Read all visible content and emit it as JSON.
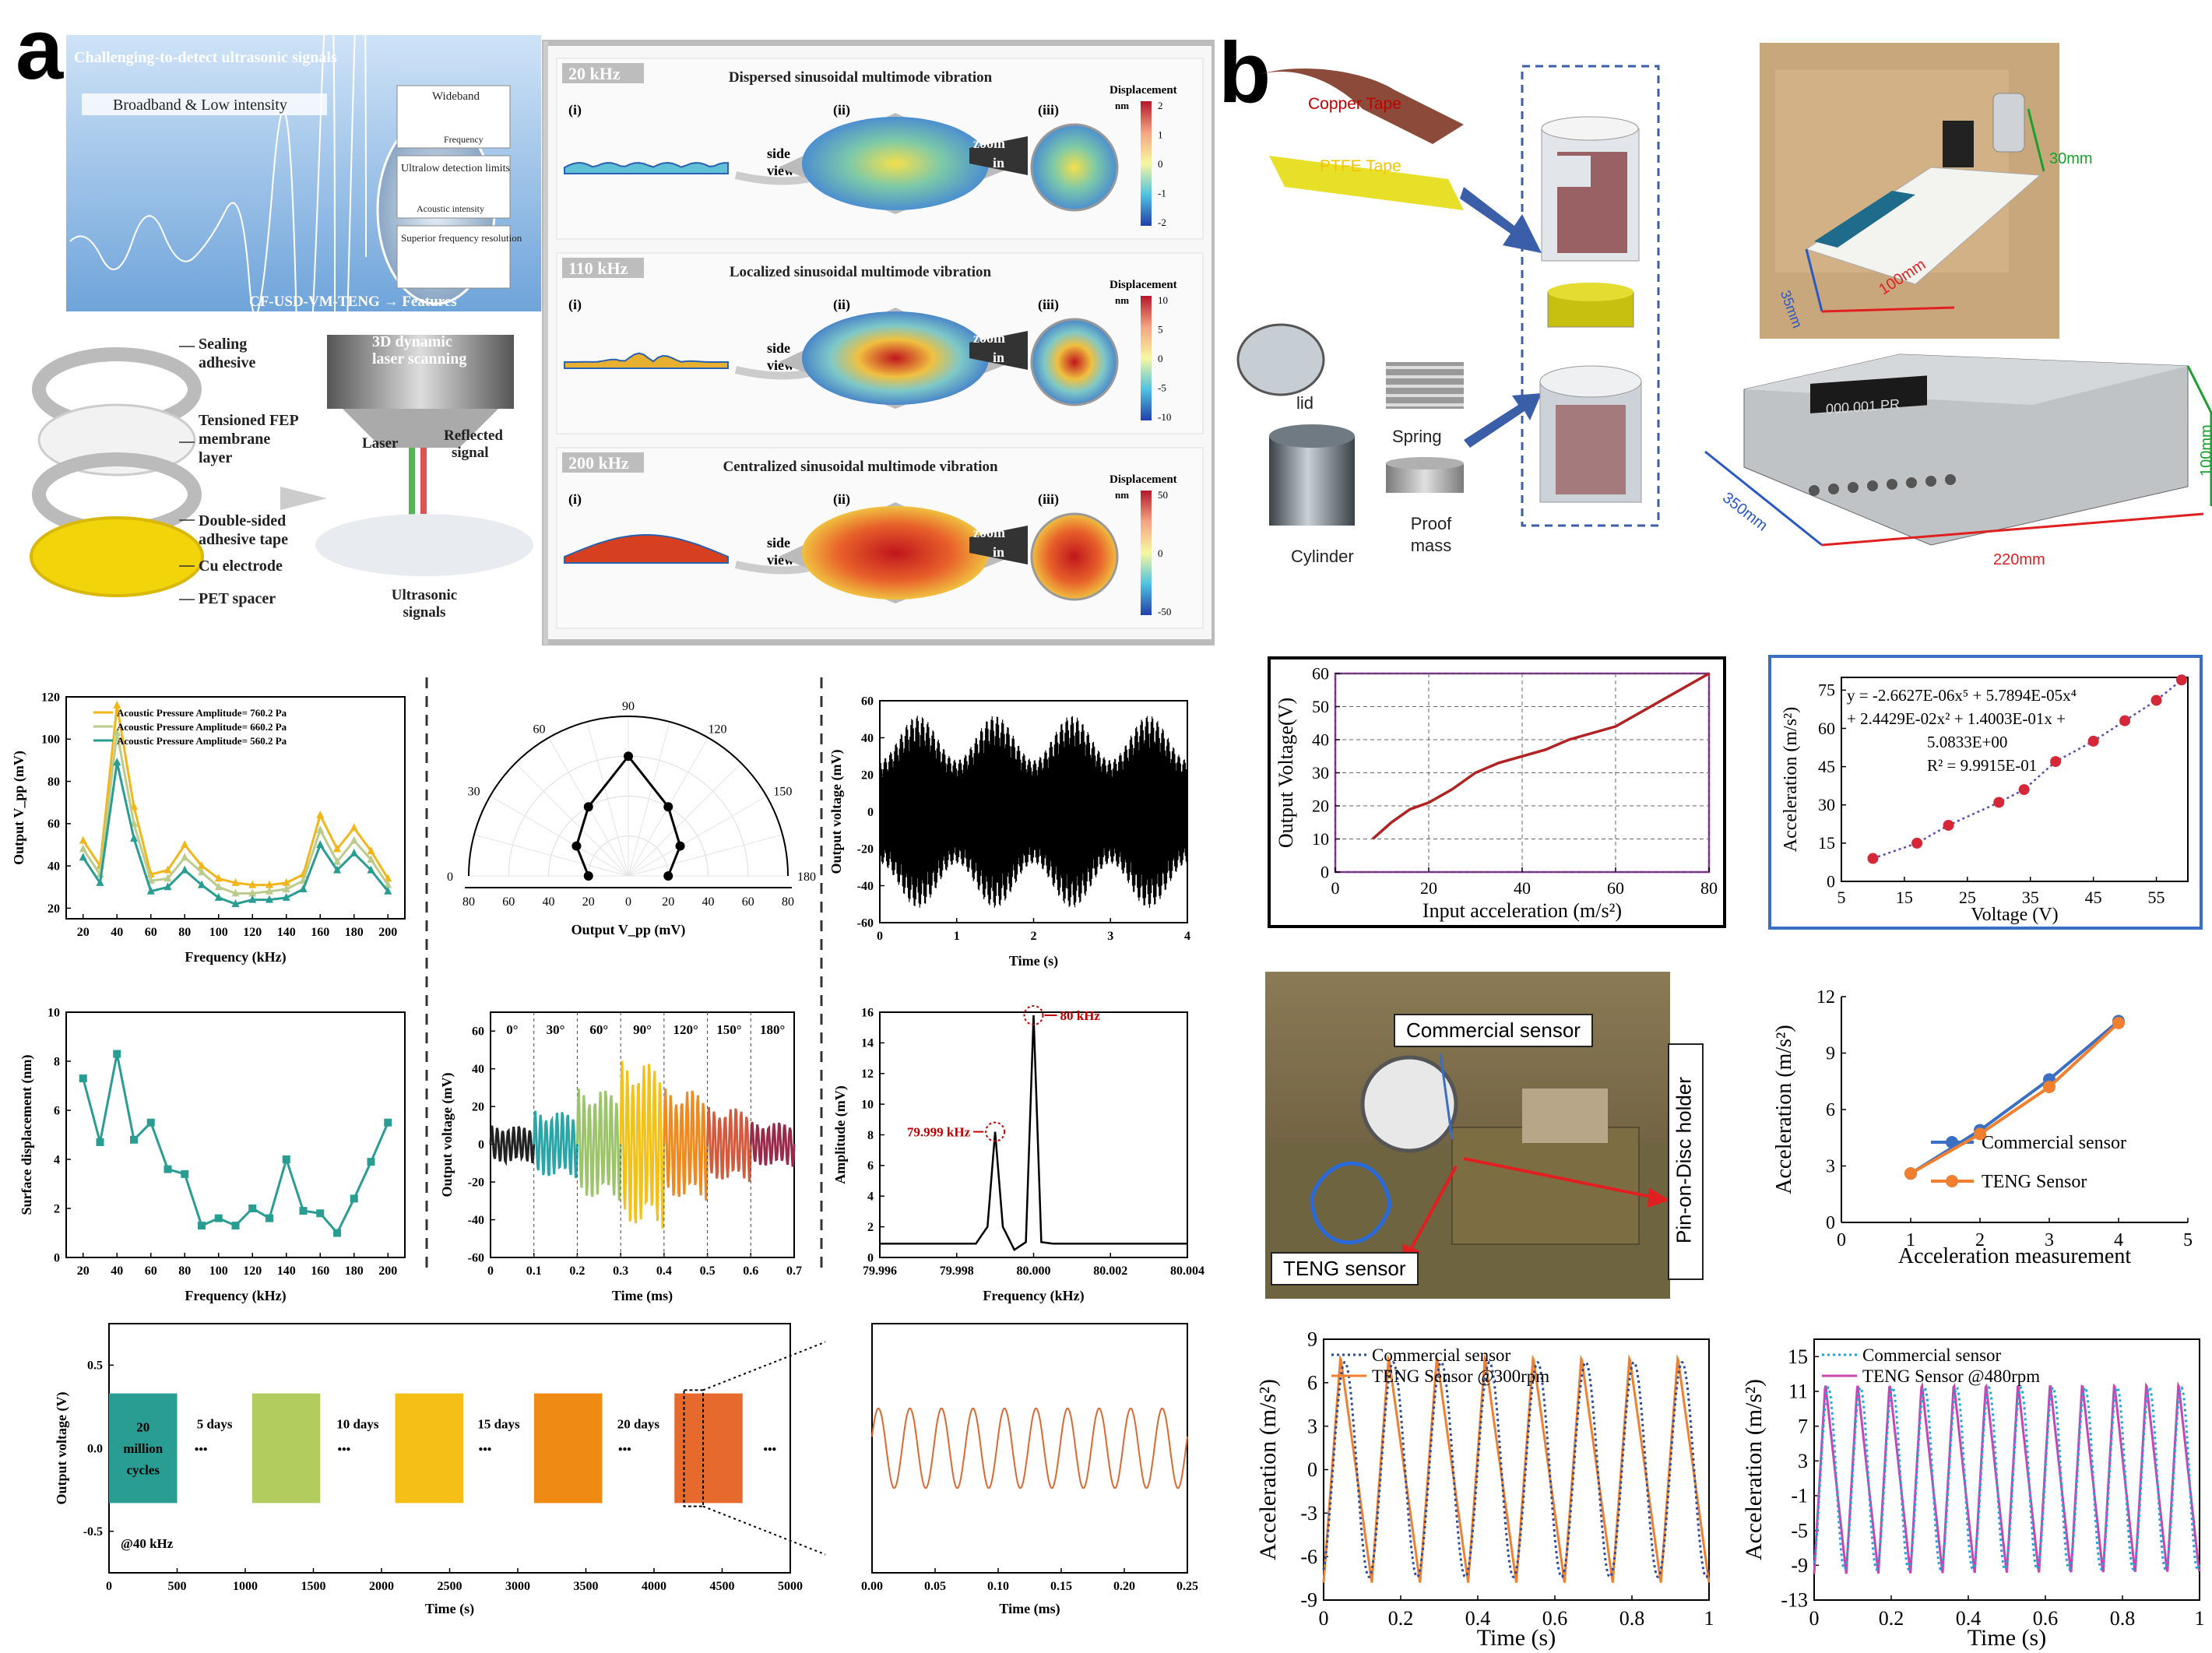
{
  "panel_labels": {
    "a": "a",
    "b": "b"
  },
  "schematic_a": {
    "banner_title": "Challenging-to-detect ultrasonic signals",
    "banner_sub": "Broadband & Low intensity",
    "features": [
      "Wideband",
      "Frequency",
      "Ultralow detection limits",
      "Acoustic intensity",
      "Superior frequency resolution"
    ],
    "features_caption": "CF-USD-VM-TENG → Features",
    "layers": [
      "Sealing adhesive",
      "Tensioned FEP membrane layer",
      "Double-sided adhesive tape",
      "Cu electrode",
      "PET spacer"
    ],
    "scanner": "3D dynamic laser scanning",
    "laser": "Laser",
    "reflected": "Reflected signal",
    "ultrasonic": "Ultrasonic signals",
    "vib_panels": [
      {
        "freq": "20 kHz",
        "title": "Dispersed sinusoidal multimode vibration",
        "ticks": [
          "2",
          "1",
          "0",
          "-1",
          "-2"
        ]
      },
      {
        "freq": "110 kHz",
        "title": "Localized sinusoidal multimode vibration",
        "ticks": [
          "10",
          "5",
          "0",
          "-5",
          "-10"
        ]
      },
      {
        "freq": "200 kHz",
        "title": "Centralized sinusoidal multimode vibration",
        "ticks": [
          "50",
          "0",
          "-50"
        ]
      }
    ],
    "vib_common": {
      "i": "(i)",
      "ii": "(ii)",
      "iii": "(iii)",
      "side1": "side",
      "side2": "view",
      "zoom1": "zoom",
      "zoom2": "in",
      "disp": "Displacement",
      "unit": "nm"
    }
  },
  "schematic_b": {
    "copper": "Copper Tape",
    "ptfe": "PTFE Tape",
    "lid": "lid",
    "spring": "Spring",
    "cylinder": "Cylinder",
    "proof1": "Proof",
    "proof2": "mass",
    "dim_30": "30mm",
    "dim_35": "35mm",
    "dim_100": "100mm",
    "dim_350": "350mm",
    "dim_100b": "100mm",
    "dim_220": "220mm",
    "display": "000.001 PR",
    "commercial_sensor": "Commercial sensor",
    "pin_disc": "Pin-on-Disc holder",
    "teng_sensor": "TENG sensor"
  },
  "chart_data": [
    {
      "id": "a1",
      "type": "line",
      "xlabel": "Frequency (kHz)",
      "ylabel": "Output V_pp (mV)",
      "xlim": [
        10,
        210
      ],
      "ylim": [
        15,
        120
      ],
      "xticks": [
        20,
        40,
        60,
        80,
        100,
        120,
        140,
        160,
        180,
        200
      ],
      "yticks": [
        20,
        40,
        60,
        80,
        100,
        120
      ],
      "x": [
        20,
        30,
        40,
        50,
        60,
        70,
        80,
        90,
        100,
        110,
        120,
        130,
        140,
        150,
        160,
        170,
        180,
        190,
        200
      ],
      "series": [
        {
          "name": "Acoustic Pressure Amplitude= 760.2 Pa",
          "color": "#f2b51c",
          "values": [
            52,
            40,
            116,
            68,
            36,
            38,
            50,
            40,
            34,
            32,
            31,
            31,
            32,
            36,
            64,
            48,
            58,
            47,
            34
          ]
        },
        {
          "name": "Acoustic Pressure Amplitude= 660.2 Pa",
          "color": "#b9cc8c",
          "values": [
            48,
            36,
            103,
            60,
            33,
            34,
            44,
            37,
            30,
            27,
            27,
            28,
            29,
            33,
            57,
            42,
            52,
            43,
            31
          ]
        },
        {
          "name": "Acoustic Pressure Amplitude= 560.2 Pa",
          "color": "#2a9d93",
          "values": [
            44,
            32,
            89,
            53,
            28,
            30,
            38,
            31,
            25,
            22,
            24,
            24,
            25,
            29,
            50,
            38,
            46,
            38,
            28
          ]
        }
      ]
    },
    {
      "id": "a2",
      "type": "polar",
      "xlabel": "Output V_pp (mV)",
      "angle_ticks": [
        "0",
        "30",
        "60",
        "90",
        "120",
        "150",
        "180"
      ],
      "r_ticks": [
        "80",
        "60",
        "40",
        "20",
        "0",
        "20",
        "40",
        "60",
        "80"
      ],
      "angles": [
        0,
        30,
        60,
        90,
        120,
        150,
        180
      ],
      "values": [
        20,
        30,
        40,
        60,
        40,
        30,
        20
      ]
    },
    {
      "id": "a3",
      "type": "line",
      "xlabel": "Time (s)",
      "ylabel": "Output voltage (mV)",
      "xlim": [
        0,
        4
      ],
      "ylim": [
        -60,
        60
      ],
      "xticks": [
        0,
        1,
        2,
        3,
        4
      ],
      "yticks": [
        -60,
        -40,
        -20,
        0,
        20,
        40,
        60
      ],
      "envelope_period_s": 1,
      "amp_max": 52,
      "amp_min": 28
    },
    {
      "id": "a4",
      "type": "line",
      "xlabel": "Frequency (kHz)",
      "ylabel": "Surface displacement (nm)",
      "xlim": [
        10,
        210
      ],
      "ylim": [
        0,
        10
      ],
      "xticks": [
        20,
        40,
        60,
        80,
        100,
        120,
        140,
        160,
        180,
        200
      ],
      "yticks": [
        0,
        2,
        4,
        6,
        8,
        10
      ],
      "x": [
        20,
        30,
        40,
        50,
        60,
        70,
        80,
        90,
        100,
        110,
        120,
        130,
        140,
        150,
        160,
        170,
        180,
        190,
        200
      ],
      "values": [
        7.3,
        4.7,
        8.3,
        4.8,
        5.5,
        3.6,
        3.4,
        1.3,
        1.6,
        1.3,
        2.0,
        1.6,
        4.0,
        1.9,
        1.8,
        1.0,
        2.4,
        3.9,
        5.5
      ]
    },
    {
      "id": "a5",
      "type": "line",
      "xlabel": "Time (ms)",
      "ylabel": "Output voltage (mV)",
      "xlim": [
        0,
        0.7
      ],
      "ylim": [
        -60,
        70
      ],
      "xticks": [
        0.0,
        0.1,
        0.2,
        0.3,
        0.4,
        0.5,
        0.6,
        0.7
      ],
      "yticks": [
        -60,
        -40,
        -20,
        0,
        20,
        40,
        60
      ],
      "segments": [
        {
          "label": "0°",
          "amp": 10,
          "color": "#222222"
        },
        {
          "label": "30°",
          "amp": 18,
          "color": "#2aa5a8"
        },
        {
          "label": "60°",
          "amp": 30,
          "color": "#9cc46b"
        },
        {
          "label": "90°",
          "amp": 45,
          "color": "#f2c21a"
        },
        {
          "label": "120°",
          "amp": 30,
          "color": "#ef8a1f"
        },
        {
          "label": "150°",
          "amp": 20,
          "color": "#d45a3e"
        },
        {
          "label": "180°",
          "amp": 12,
          "color": "#9a2a4a"
        }
      ]
    },
    {
      "id": "a6",
      "type": "line",
      "xlabel": "Frequency (kHz)",
      "ylabel": "Amplitude (mV)",
      "xlim": [
        79.996,
        80.004
      ],
      "ylim": [
        0,
        16
      ],
      "xticks": [
        "79.996",
        "79.998",
        "80.000",
        "80.002",
        "80.004"
      ],
      "yticks": [
        0,
        2,
        4,
        6,
        8,
        10,
        12,
        14,
        16
      ],
      "peaks": [
        {
          "x": 79.999,
          "y": 8.2,
          "label": "79.999 kHz"
        },
        {
          "x": 80.0,
          "y": 15.8,
          "label": "80 kHz"
        }
      ],
      "baseline": 0.9
    },
    {
      "id": "a7",
      "type": "line",
      "xlabel": "Time (s)",
      "ylabel": "Output voltage (V)",
      "xlim": [
        0,
        5000
      ],
      "ylim": [
        -0.75,
        0.75
      ],
      "xticks": [
        0,
        500,
        1000,
        1500,
        2000,
        2500,
        3000,
        3500,
        4000,
        4500,
        5000
      ],
      "yticks": [
        "-0.5",
        "0.0",
        "0.5"
      ],
      "blocks": [
        {
          "x0": 0,
          "x1": 500,
          "color": "#2a9d93",
          "label": "20 million cycles"
        },
        {
          "x0": 1050,
          "x1": 1550,
          "color": "#b2cd5e"
        },
        {
          "x0": 2100,
          "x1": 2600,
          "color": "#f6bf17"
        },
        {
          "x0": 3120,
          "x1": 3620,
          "color": "#ef8a13"
        },
        {
          "x0": 4150,
          "x1": 4650,
          "color": "#e66a2e"
        }
      ],
      "gap_labels": [
        "5 days",
        "10 days",
        "15 days",
        "20 days"
      ],
      "note": "@40 kHz",
      "dots": "•••"
    },
    {
      "id": "a8",
      "type": "line",
      "xlabel": "Time (ms)",
      "xlim": [
        0,
        0.25
      ],
      "xticks": [
        "0.00",
        "0.05",
        "0.10",
        "0.15",
        "0.20",
        "0.25"
      ],
      "frequency_khz": 40,
      "color": "#d9692f"
    },
    {
      "id": "b1",
      "type": "line",
      "xlabel": "Input acceleration (m/s²)",
      "ylabel": "Output Voltage(V)",
      "xlim": [
        0,
        80
      ],
      "ylim": [
        0,
        60
      ],
      "xticks": [
        0,
        20,
        40,
        60,
        80
      ],
      "yticks": [
        0,
        10,
        20,
        30,
        40,
        50,
        60
      ],
      "x": [
        8,
        12,
        16,
        20,
        25,
        30,
        35,
        40,
        45,
        50,
        55,
        60,
        65,
        70,
        75,
        80
      ],
      "values": [
        10,
        15,
        19,
        21,
        25,
        30,
        33,
        35,
        37,
        40,
        42,
        44,
        48,
        52,
        56,
        60
      ],
      "color": "#b22222"
    },
    {
      "id": "b2",
      "type": "scatter",
      "xlabel": "Voltage  (V)",
      "ylabel": "Acceleration  (m/s²)",
      "xlim": [
        5,
        60
      ],
      "ylim": [
        0,
        80
      ],
      "xticks": [
        5,
        15,
        25,
        35,
        45,
        55
      ],
      "yticks": [
        0,
        15,
        30,
        45,
        60,
        75
      ],
      "x": [
        10,
        17,
        22,
        30,
        34,
        39,
        45,
        50,
        55,
        59
      ],
      "values": [
        9,
        15,
        22,
        31,
        36,
        47,
        55,
        63,
        71,
        79
      ],
      "equation": [
        "y = -2.6627E-06x⁵ + 5.7894E-05x⁴",
        "+ 2.4429E-02x² + 1.4003E-01x +",
        "5.0833E+00",
        "R² = 9.9915E-01"
      ]
    },
    {
      "id": "b3",
      "type": "line",
      "xlabel": "Acceleration measurement",
      "ylabel": "Acceleration (m/s²)",
      "xlim": [
        0,
        5
      ],
      "ylim": [
        0,
        12
      ],
      "xticks": [
        0,
        1,
        2,
        3,
        4,
        5
      ],
      "yticks": [
        0,
        3,
        6,
        9,
        12
      ],
      "x": [
        1,
        2,
        3,
        4
      ],
      "series": [
        {
          "name": "Commercial sensor",
          "color": "#3a6fc4",
          "values": [
            2.6,
            4.9,
            7.6,
            10.7
          ]
        },
        {
          "name": "TENG Sensor",
          "color": "#f08030",
          "values": [
            2.6,
            4.7,
            7.2,
            10.6
          ]
        }
      ]
    },
    {
      "id": "b4",
      "type": "line",
      "xlabel": "Time (s)",
      "ylabel": "Acceleration (m/s²)",
      "xlim": [
        0,
        1
      ],
      "ylim": [
        -9,
        9
      ],
      "xticks": [
        "0",
        "0.2",
        "0.4",
        "0.6",
        "0.8",
        "1"
      ],
      "yticks": [
        -9,
        -6,
        -3,
        0,
        3,
        6,
        9
      ],
      "period_s": 0.125,
      "amplitude": 7.8,
      "series": [
        {
          "name": "Commercial sensor",
          "color": "#2a4a9a"
        },
        {
          "name": "TENG Sensor  @300rpm",
          "color": "#f08030"
        }
      ]
    },
    {
      "id": "b5",
      "type": "line",
      "xlabel": "Time (s)",
      "ylabel": "Acceleration (m/s²)",
      "xlim": [
        0,
        1
      ],
      "ylim": [
        -13,
        17
      ],
      "xticks": [
        "0",
        "0.2",
        "0.4",
        "0.6",
        "0.8",
        "1"
      ],
      "yticks": [
        -13,
        -9,
        -5,
        -1,
        3,
        7,
        11,
        15
      ],
      "period_s": 0.0833,
      "amplitude": 11,
      "series": [
        {
          "name": "Commercial sensor",
          "color": "#1fa5d8"
        },
        {
          "name": "TENG Sensor  @480rpm",
          "color": "#c845b4"
        }
      ]
    }
  ]
}
